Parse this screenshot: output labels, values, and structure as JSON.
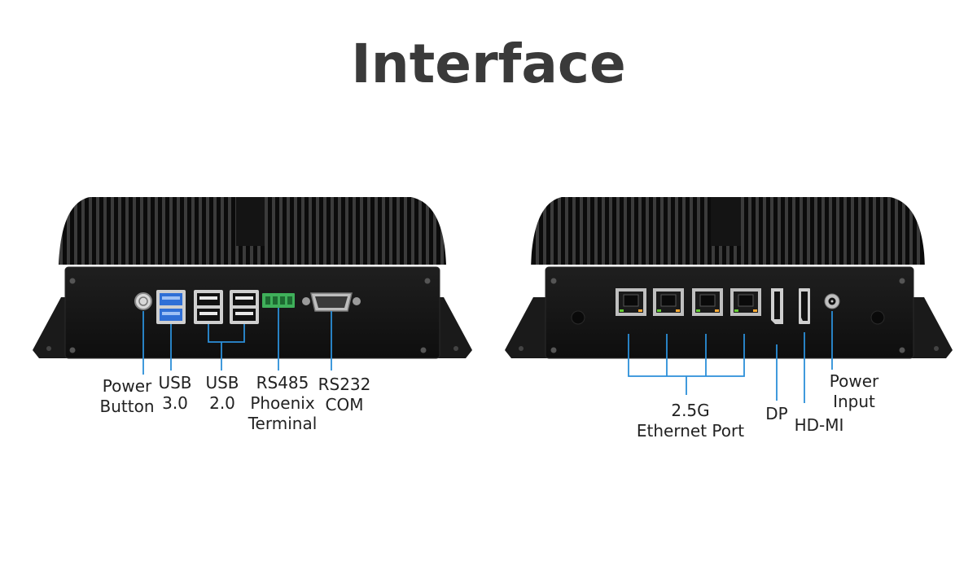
{
  "title": "Interface",
  "colors": {
    "title": "#3a3a3a",
    "device_body": "#151515",
    "callout_line": "#2b8fd9",
    "usb3_blue": "#2f6fd6",
    "terminal_green": "#3fb05a",
    "label_text": "#222222"
  },
  "front_panel": {
    "labels": {
      "power_button": "Power\nButton",
      "usb3": "USB\n3.0",
      "usb2": "USB\n2.0",
      "rs485": "RS485\nPhoenix\nTerminal",
      "rs232": "RS232\nCOM"
    }
  },
  "rear_panel": {
    "labels": {
      "ethernet": "2.5G\nEthernet Port",
      "dp": "DP",
      "hdmi": "HD-MI",
      "power_input": "Power\nInput"
    }
  }
}
